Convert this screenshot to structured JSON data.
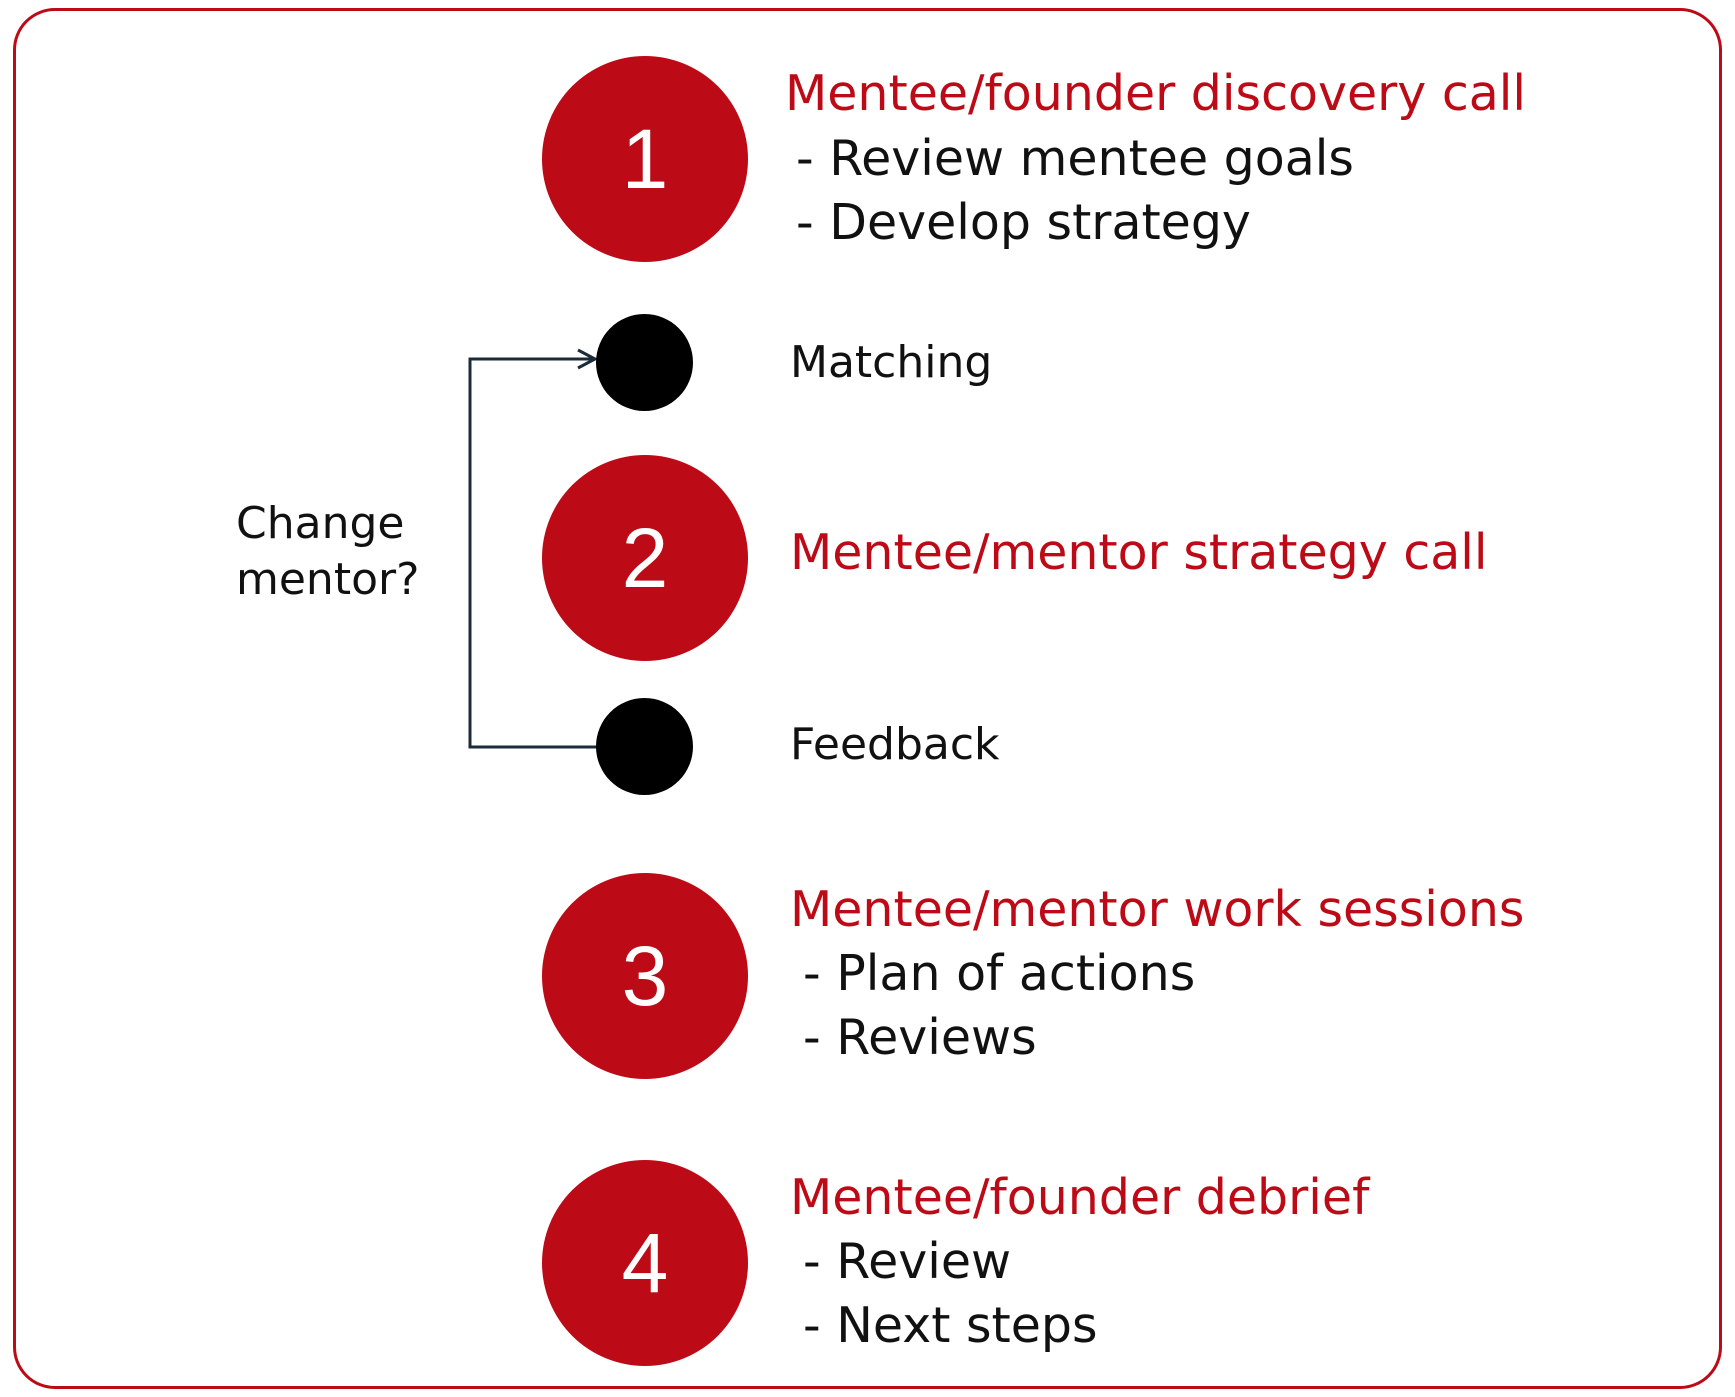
{
  "colors": {
    "accent": "#bd0a17",
    "milestone_dot": "#000000",
    "connector": "#1b2b3a",
    "text": "#111111"
  },
  "steps": [
    {
      "number": "1",
      "title": "Mentee/founder discovery call",
      "lines": [
        "- Review mentee goals",
        "- Develop strategy"
      ]
    },
    {
      "number": "2",
      "title": "Mentee/mentor strategy call",
      "lines": []
    },
    {
      "number": "3",
      "title": "Mentee/mentor work sessions",
      "lines": [
        "- Plan of actions",
        "- Reviews"
      ]
    },
    {
      "number": "4",
      "title": "Mentee/founder debrief",
      "lines": [
        "- Review",
        "- Next steps"
      ]
    }
  ],
  "milestones": {
    "matching": "Matching",
    "feedback": "Feedback"
  },
  "loop": {
    "label_line1": "Change",
    "label_line2": "mentor?"
  }
}
